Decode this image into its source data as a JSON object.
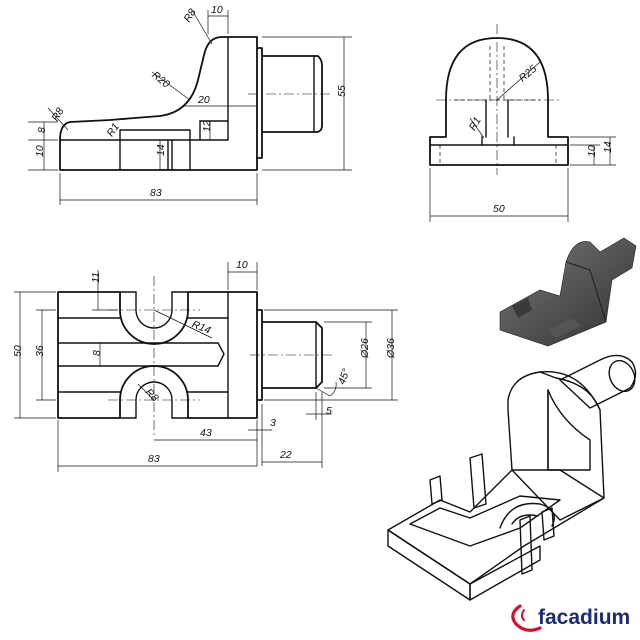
{
  "front_view": {
    "r8_top": "R8",
    "w10": "10",
    "r20": "R20",
    "w20": "20",
    "r8_left": "R8",
    "r1": "R1",
    "h12": "12",
    "h10": "10",
    "h8": "8",
    "h14": "14",
    "h55": "55",
    "w83": "83"
  },
  "side_view": {
    "r25": "R25",
    "r1": "R1",
    "h10": "10",
    "h14": "14",
    "w50": "50"
  },
  "top_view": {
    "w11": "11",
    "w10": "10",
    "r14": "R14",
    "h50": "50",
    "h36": "36",
    "h8": "8",
    "r8": "R8",
    "d26": "Ø26",
    "d36": "Ø36",
    "chamfer": "45°",
    "w3": "3",
    "w43": "43",
    "w5": "5",
    "w83": "83",
    "w22": "22"
  },
  "logo": {
    "text": "facadium",
    "color": "#1b2b7a",
    "accent": "#d6102a"
  }
}
